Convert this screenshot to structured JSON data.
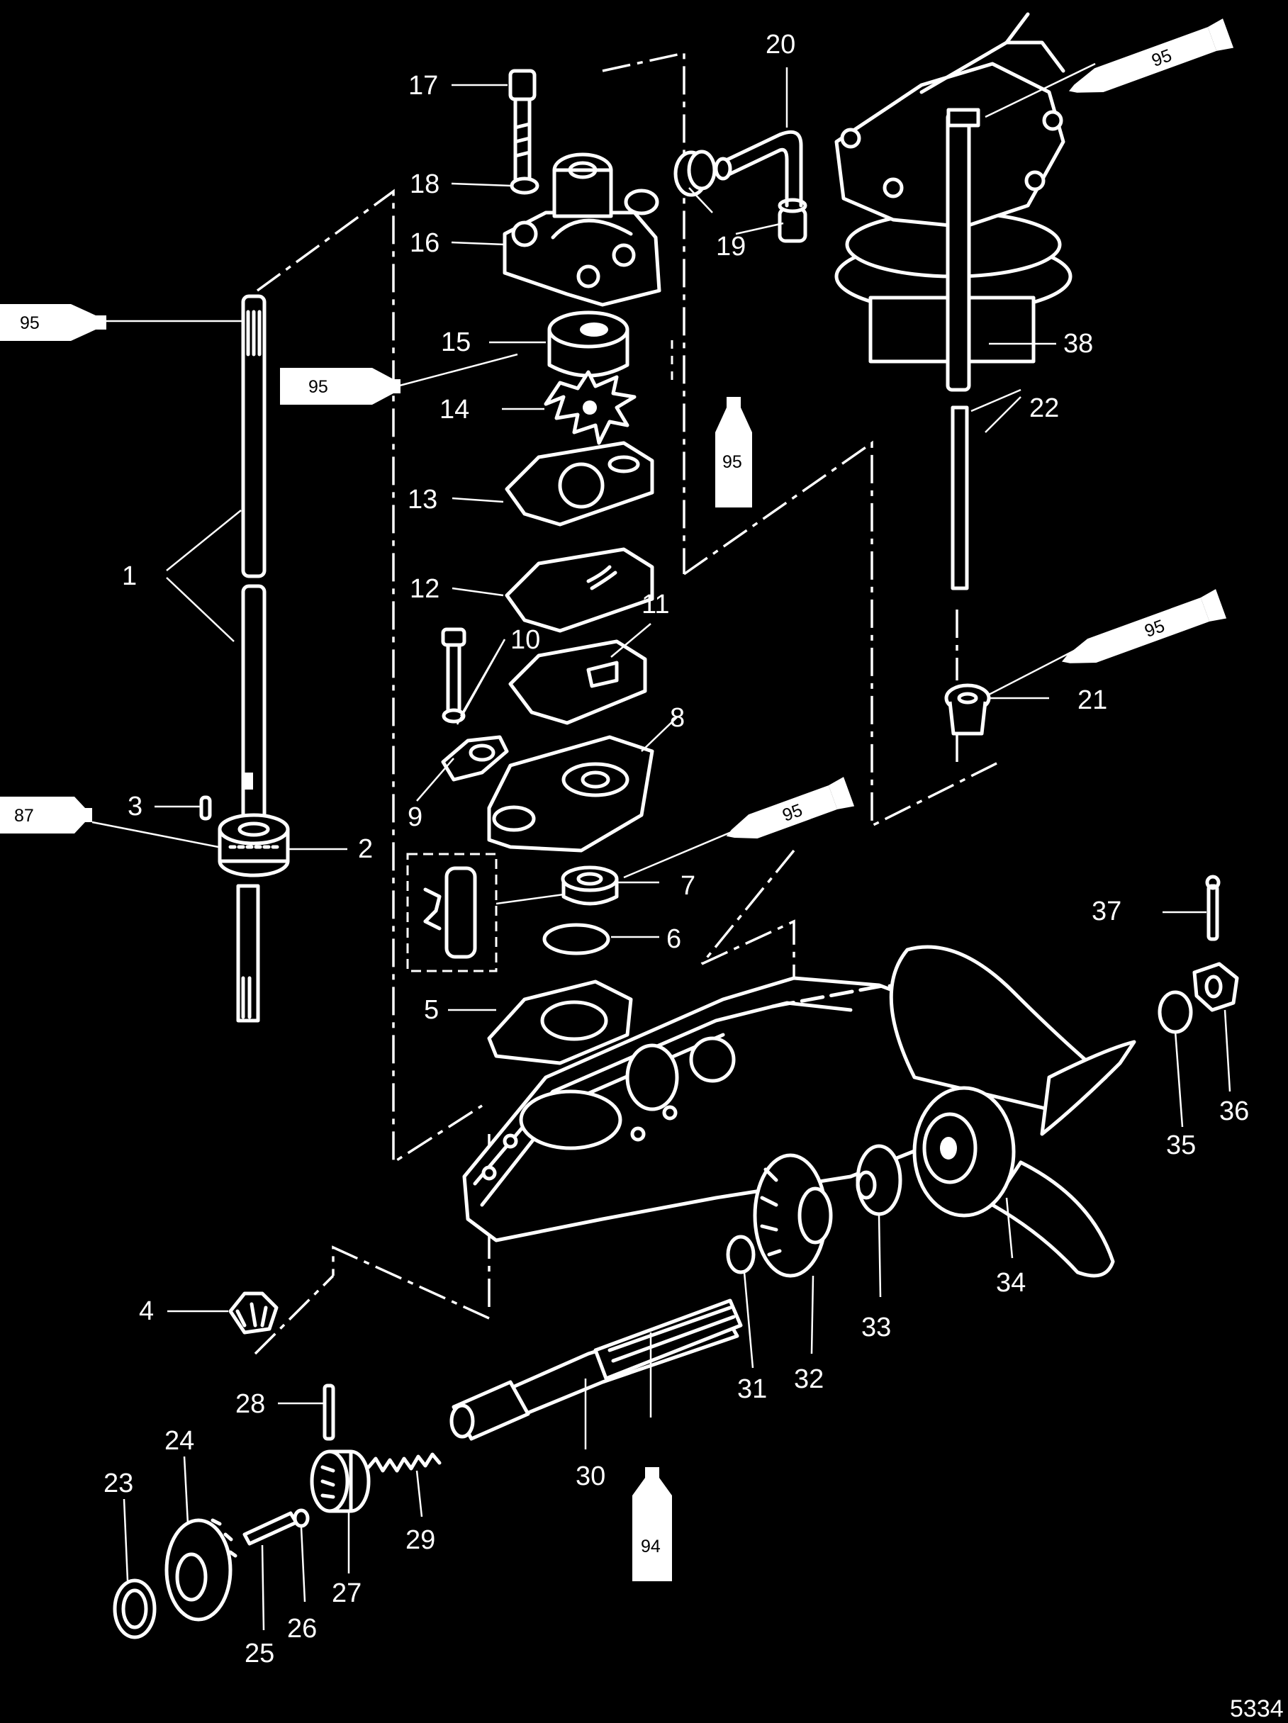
{
  "figure_number": "5334",
  "parts": [
    {
      "id": "part-1",
      "label": "1"
    },
    {
      "id": "part-2",
      "label": "2"
    },
    {
      "id": "part-3",
      "label": "3"
    },
    {
      "id": "part-4",
      "label": "4"
    },
    {
      "id": "part-5",
      "label": "5"
    },
    {
      "id": "part-6",
      "label": "6"
    },
    {
      "id": "part-7",
      "label": "7"
    },
    {
      "id": "part-8",
      "label": "8"
    },
    {
      "id": "part-9",
      "label": "9"
    },
    {
      "id": "part-10",
      "label": "10"
    },
    {
      "id": "part-11",
      "label": "11"
    },
    {
      "id": "part-12",
      "label": "12"
    },
    {
      "id": "part-13",
      "label": "13"
    },
    {
      "id": "part-14",
      "label": "14"
    },
    {
      "id": "part-15",
      "label": "15"
    },
    {
      "id": "part-16",
      "label": "16"
    },
    {
      "id": "part-17",
      "label": "17"
    },
    {
      "id": "part-18",
      "label": "18"
    },
    {
      "id": "part-19",
      "label": "19"
    },
    {
      "id": "part-20",
      "label": "20"
    },
    {
      "id": "part-21",
      "label": "21"
    },
    {
      "id": "part-22",
      "label": "22"
    },
    {
      "id": "part-23",
      "label": "23"
    },
    {
      "id": "part-24",
      "label": "24"
    },
    {
      "id": "part-25",
      "label": "25"
    },
    {
      "id": "part-26",
      "label": "26"
    },
    {
      "id": "part-27",
      "label": "27"
    },
    {
      "id": "part-28",
      "label": "28"
    },
    {
      "id": "part-29",
      "label": "29"
    },
    {
      "id": "part-30",
      "label": "30"
    },
    {
      "id": "part-31",
      "label": "31"
    },
    {
      "id": "part-32",
      "label": "32"
    },
    {
      "id": "part-33",
      "label": "33"
    },
    {
      "id": "part-34",
      "label": "34"
    },
    {
      "id": "part-35",
      "label": "35"
    },
    {
      "id": "part-36",
      "label": "36"
    },
    {
      "id": "part-37",
      "label": "37"
    },
    {
      "id": "part-38",
      "label": "38"
    }
  ],
  "lubricant_tubes": [
    {
      "id": "tube-top-right",
      "label": "95"
    },
    {
      "id": "tube-left-upper",
      "label": "95"
    },
    {
      "id": "tube-mid-left",
      "label": "95"
    },
    {
      "id": "tube-vertical-center",
      "label": "95"
    },
    {
      "id": "tube-right-middle",
      "label": "95"
    },
    {
      "id": "tube-left-lower",
      "label": "87"
    },
    {
      "id": "tube-center-lower",
      "label": "95"
    },
    {
      "id": "tube-bottom-center",
      "label": "94"
    }
  ]
}
